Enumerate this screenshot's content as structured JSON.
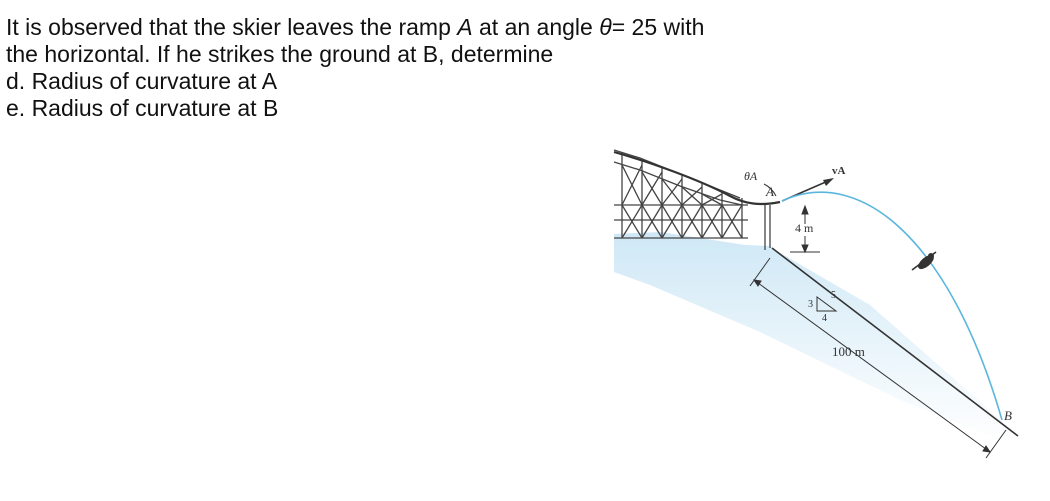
{
  "problem": {
    "line1_pre": "It is observed that the skier leaves the ramp ",
    "line1_A": "A",
    "line1_mid": " at an angle ",
    "line1_theta": "θ",
    "line1_post": "= 25 with",
    "line2": "the horizontal. If he strikes the ground at B, determine",
    "items": [
      "d. Radius of curvature at A",
      "e. Radius of curvature at B"
    ]
  },
  "figure": {
    "label_theta": "θA",
    "label_vA": "vA",
    "label_A": "A",
    "label_B": "B",
    "label_height": "4 m",
    "label_distance": "100 m",
    "slope_3": "3",
    "slope_4": "4",
    "slope_5": "5",
    "colors": {
      "trajectory": "#5bb6de",
      "snow": "#dff0fa",
      "lines": "#333333"
    }
  }
}
